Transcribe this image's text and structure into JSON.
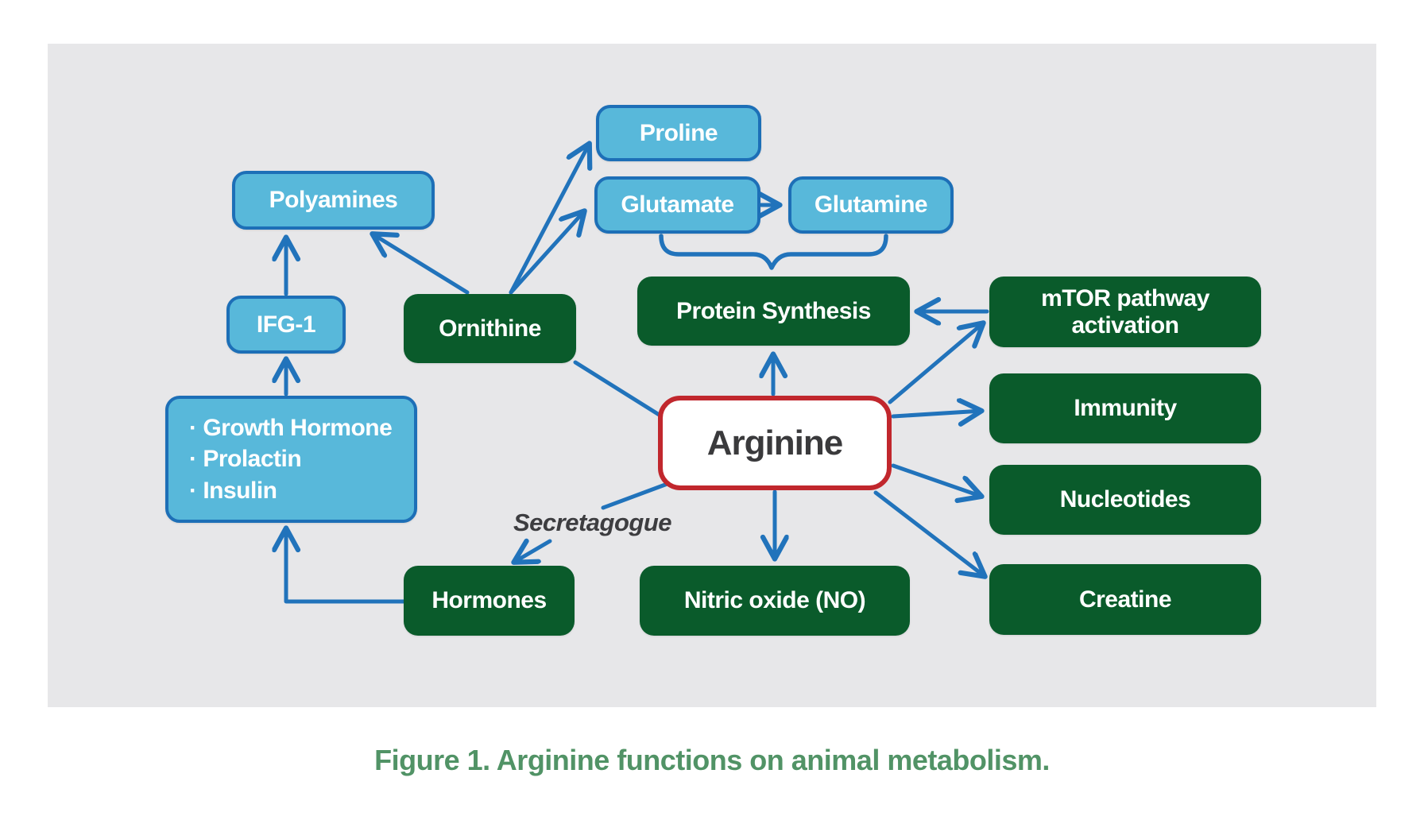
{
  "figure": {
    "caption": "Figure 1. Arginine functions on animal metabolism.",
    "colors": {
      "panel_bg": "#e7e7e9",
      "green_box": "#0a5b2b",
      "blue_box_fill": "#58b8da",
      "blue_box_border": "#1d6fb7",
      "arrow": "#2173bb",
      "arginine_border": "#c1272d",
      "arginine_text": "#3a3a3c",
      "caption_text": "#519366",
      "box_text": "#ffffff"
    }
  },
  "nodes": {
    "arginine": {
      "label": "Arginine"
    },
    "proline": {
      "label": "Proline"
    },
    "glutamate": {
      "label": "Glutamate"
    },
    "glutamine": {
      "label": "Glutamine"
    },
    "polyamines": {
      "label": "Polyamines"
    },
    "ifg1": {
      "label": "IFG-1"
    },
    "hormone_list": {
      "items": [
        "· Growth Hormone",
        "· Prolactin",
        "· Insulin"
      ]
    },
    "ornithine": {
      "label": "Ornithine"
    },
    "protein_synthesis": {
      "label": "Protein Synthesis"
    },
    "mtor": {
      "label": "mTOR pathway activation"
    },
    "immunity": {
      "label": "Immunity"
    },
    "nucleotides": {
      "label": "Nucleotides"
    },
    "creatine": {
      "label": "Creatine"
    },
    "hormones": {
      "label": "Hormones"
    },
    "nitric_oxide": {
      "label": "Nitric oxide (NO)"
    }
  },
  "annotations": {
    "secretagogue": "Secretagogue"
  }
}
